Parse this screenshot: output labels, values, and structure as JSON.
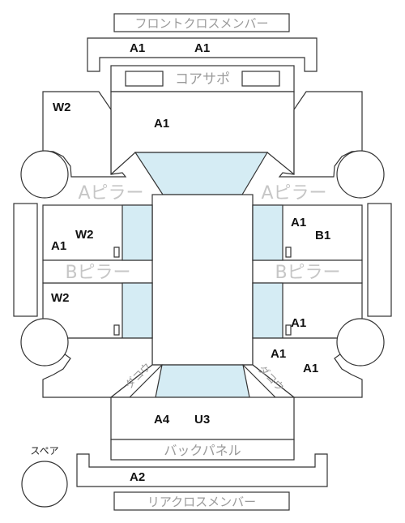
{
  "parts": {
    "front_cross_member": "フロントクロスメンバー",
    "core_support": "コアサポ",
    "a_pillar_left": "Aピラー",
    "a_pillar_right": "Aピラー",
    "b_pillar_left": "Bピラー",
    "b_pillar_right": "Bピラー",
    "back_panel": "バックパネル",
    "rear_cross_member": "リアクロスメンバー",
    "spare": "スペア",
    "dakou_left": "ダコウ",
    "dakou_right": "ダコウ"
  },
  "codes": {
    "front_member_left": "A1",
    "front_member_right": "A1",
    "hood": "A1",
    "front_left_fender": "W2",
    "left_front_door_code1": "A1",
    "left_front_door_code2": "W2",
    "left_rear_door": "W2",
    "right_front_door_code1": "A1",
    "right_front_door_code2": "B1",
    "right_rear_door": "A1",
    "right_quarter_code1": "A1",
    "right_quarter_code2": "A1",
    "trunk_code1": "A4",
    "trunk_code2": "U3",
    "rear_member": "A2"
  }
}
